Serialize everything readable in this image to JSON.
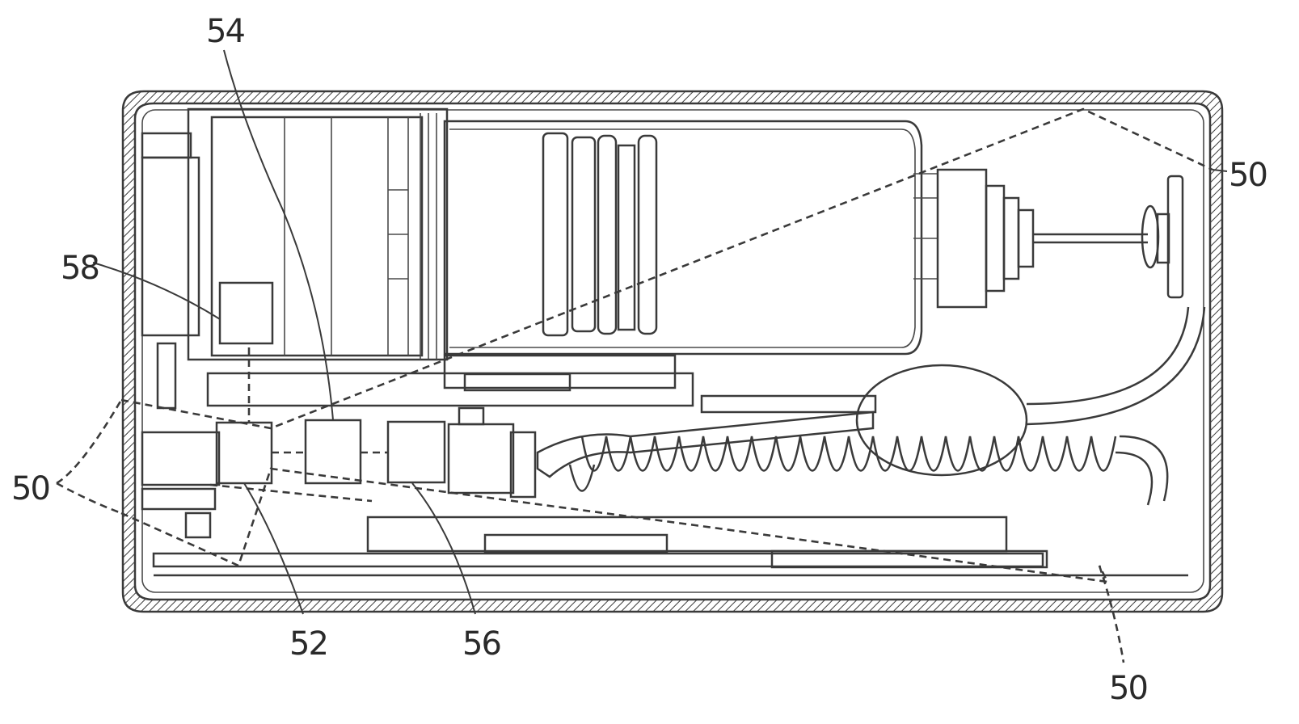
{
  "colors": {
    "background": "#ffffff",
    "line": "#3a3a3a"
  },
  "labels": {
    "ref_54": "54",
    "ref_58": "58",
    "ref_50_left": "50",
    "ref_50_right": "50",
    "ref_50_bottom": "50",
    "ref_52": "52",
    "ref_56": "56"
  }
}
